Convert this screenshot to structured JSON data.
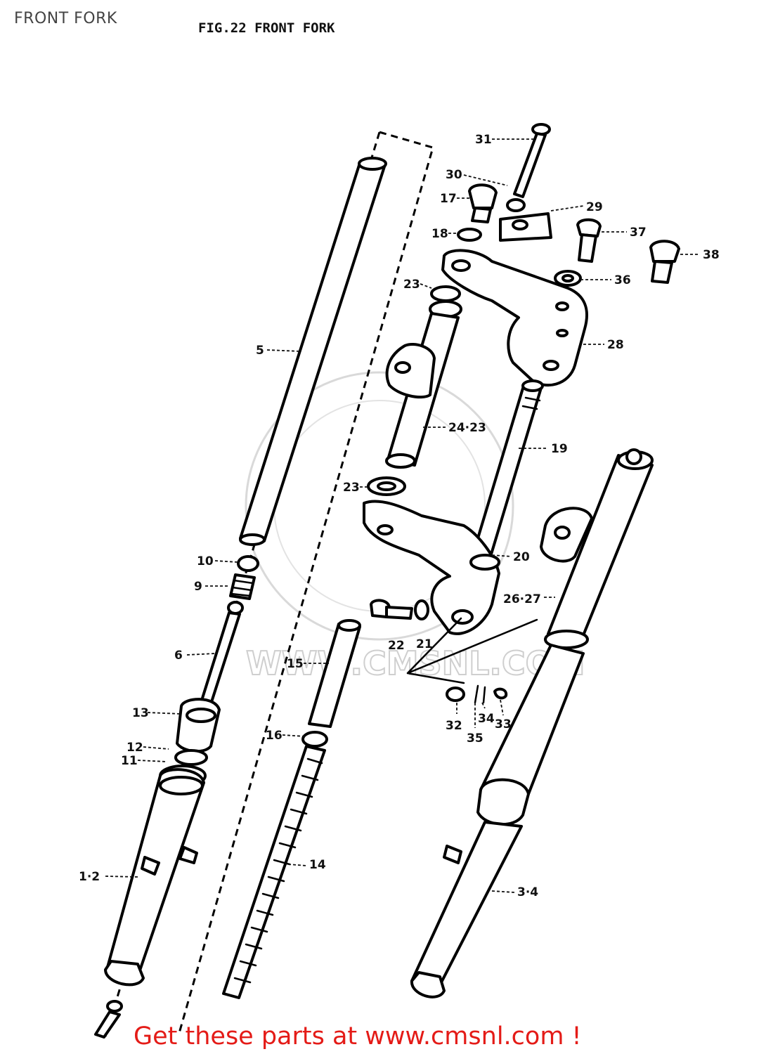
{
  "page": {
    "header": "FRONT FORK",
    "figure_title": "FIG.22  FRONT FORK",
    "footer_banner": "Get these parts at www.cmsnl.com !",
    "watermark": "WWW.CMSNL.COM"
  },
  "colors": {
    "banner_text": "#e41b17",
    "line_art": "#000000",
    "watermark": "#cfcfcf",
    "header_text": "#444444"
  },
  "callouts": [
    {
      "id": "c1",
      "label": "31"
    },
    {
      "id": "c2",
      "label": "30"
    },
    {
      "id": "c3",
      "label": "17"
    },
    {
      "id": "c4",
      "label": "29"
    },
    {
      "id": "c5",
      "label": "18"
    },
    {
      "id": "c6",
      "label": "37"
    },
    {
      "id": "c7",
      "label": "38"
    },
    {
      "id": "c8",
      "label": "23"
    },
    {
      "id": "c9",
      "label": "36"
    },
    {
      "id": "c10",
      "label": "5"
    },
    {
      "id": "c11",
      "label": "28"
    },
    {
      "id": "c12",
      "label": "24·23"
    },
    {
      "id": "c13",
      "label": "19"
    },
    {
      "id": "c14",
      "label": "23"
    },
    {
      "id": "c15",
      "label": "20"
    },
    {
      "id": "c16",
      "label": "10"
    },
    {
      "id": "c17",
      "label": "9"
    },
    {
      "id": "c18",
      "label": "26·27"
    },
    {
      "id": "c19",
      "label": "22"
    },
    {
      "id": "c20",
      "label": "21"
    },
    {
      "id": "c21",
      "label": "6"
    },
    {
      "id": "c22",
      "label": "15"
    },
    {
      "id": "c23",
      "label": "13"
    },
    {
      "id": "c24",
      "label": "32"
    },
    {
      "id": "c25",
      "label": "34"
    },
    {
      "id": "c26",
      "label": "33"
    },
    {
      "id": "c27",
      "label": "35"
    },
    {
      "id": "c28",
      "label": "16"
    },
    {
      "id": "c29",
      "label": "12"
    },
    {
      "id": "c30",
      "label": "11"
    },
    {
      "id": "c31",
      "label": "14"
    },
    {
      "id": "c32",
      "label": "1·2"
    },
    {
      "id": "c33",
      "label": "3·4"
    }
  ]
}
